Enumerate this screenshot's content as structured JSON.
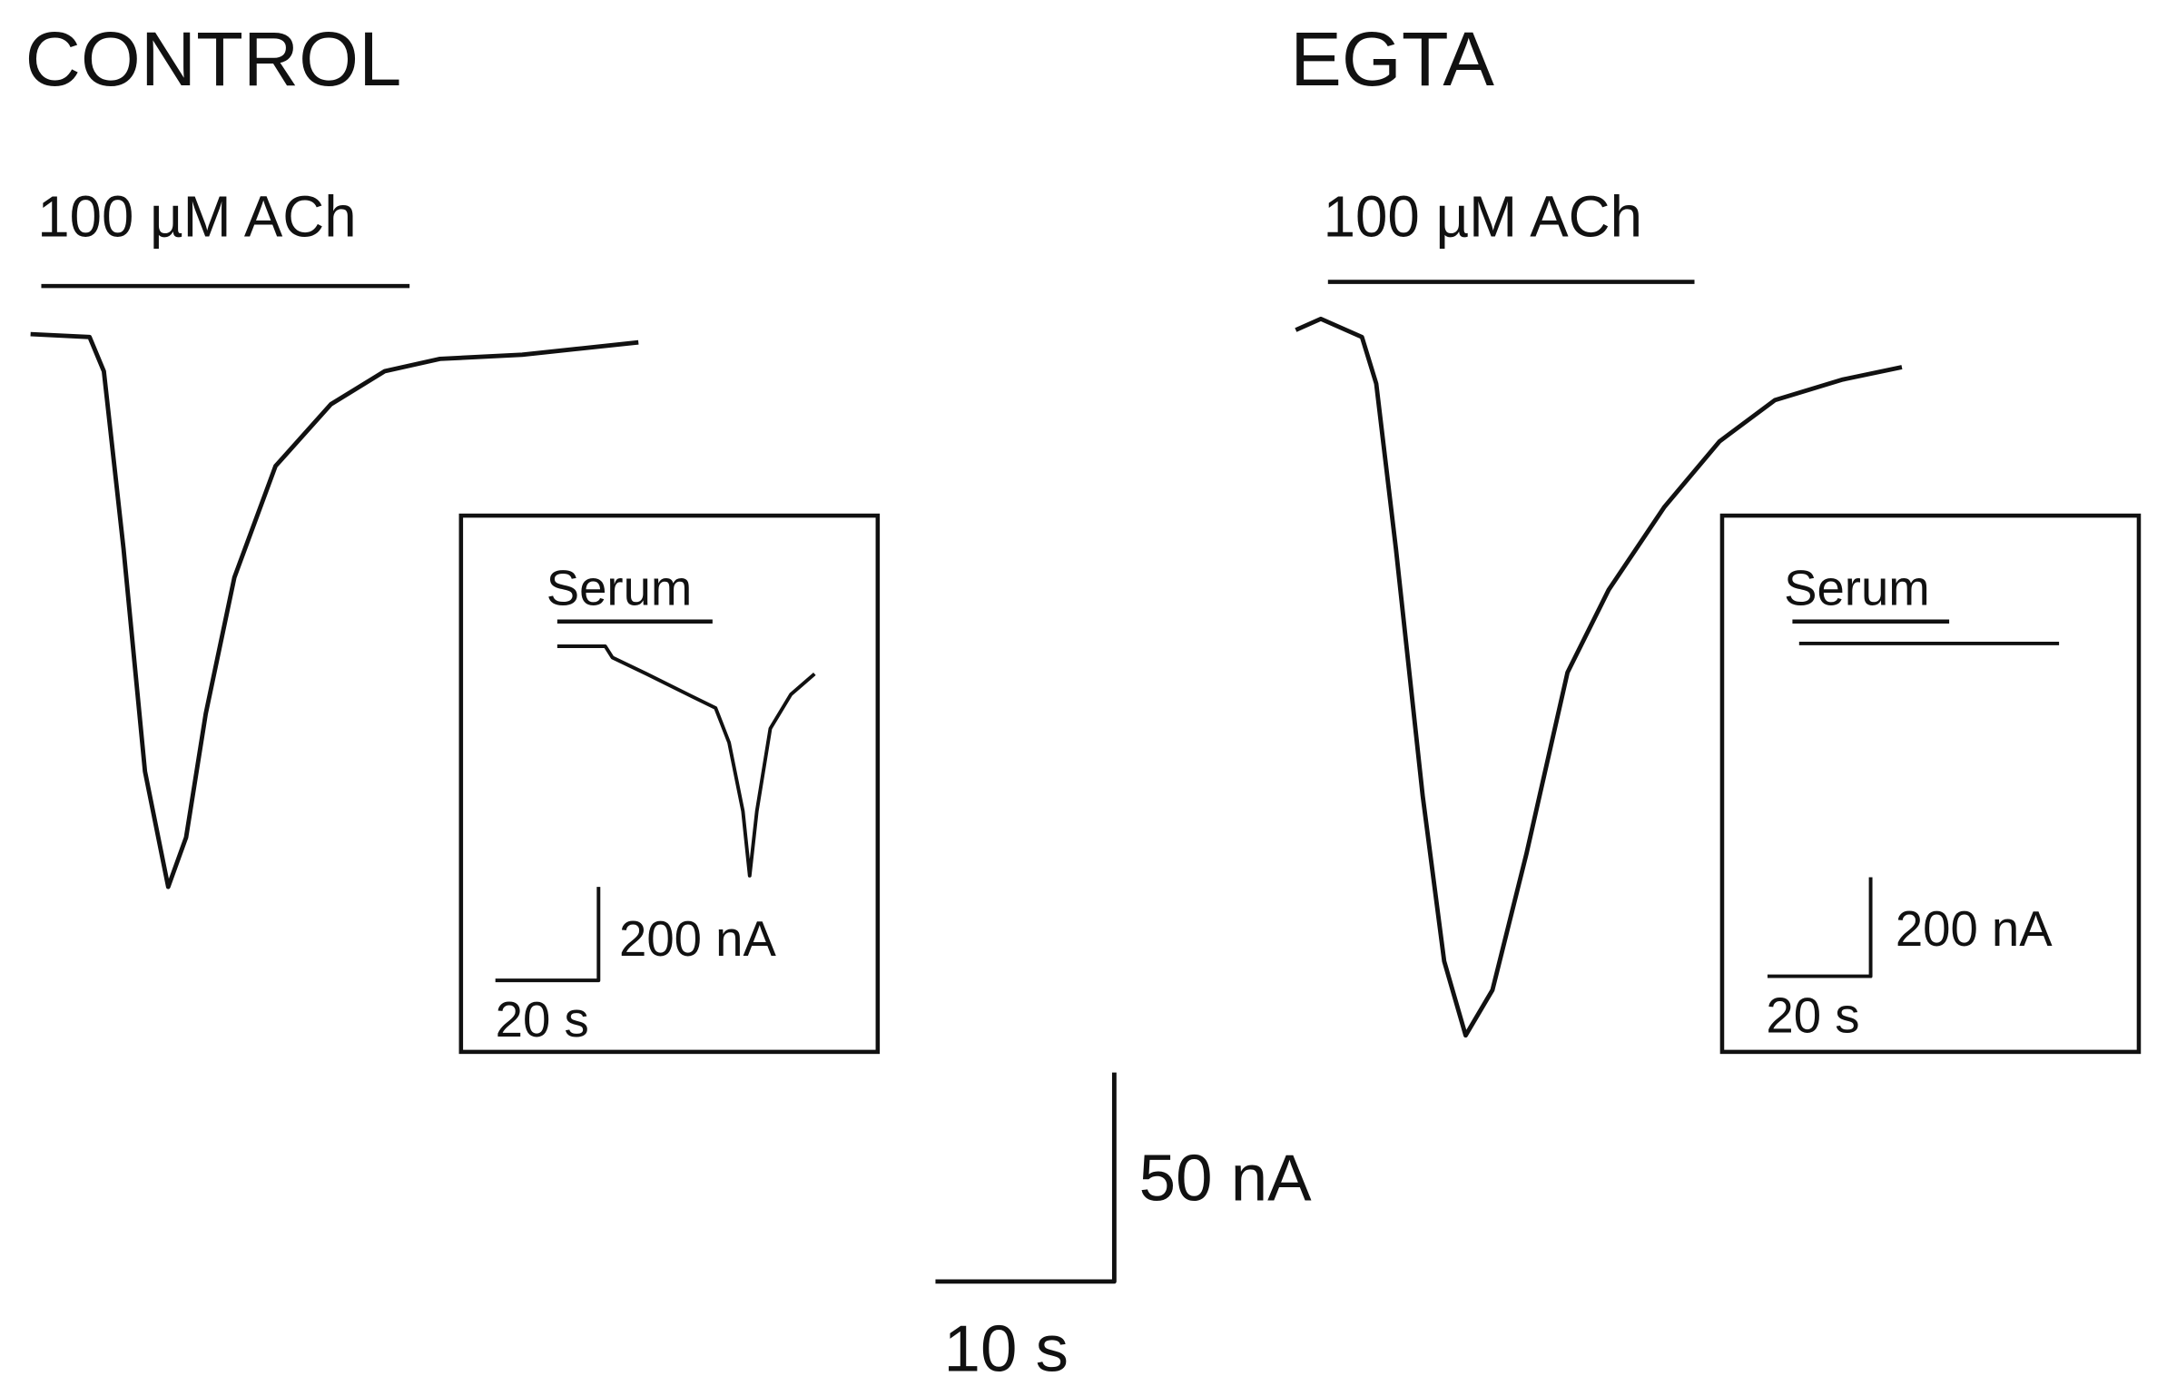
{
  "chart_data": {
    "type": "line",
    "title": "",
    "panels": [
      {
        "title": "CONTROL",
        "drug_label": "100 µM ACh",
        "drug_bar_s": [
          0.6,
          21.2
        ],
        "trace": {
          "t_s": [
            0,
            3.3,
            4.1,
            5.2,
            6.4,
            7.7,
            8.7,
            9.8,
            11.4,
            13.7,
            16.8,
            19.8,
            22.9,
            27.5,
            34
          ],
          "current_nA": [
            0,
            -0.7,
            -9,
            -52,
            -106,
            -134,
            -122,
            -92,
            -59,
            -32,
            -17,
            -9,
            -6,
            -5,
            -2
          ]
        },
        "inset": {
          "label": "Serum",
          "bar_s": [
            0,
            30.1
          ],
          "trace": {
            "t_s": [
              0,
              9.3,
              10.7,
              17.3,
              25.3,
              30.7,
              33.3,
              36,
              37.3,
              38.7,
              41.3,
              45.3,
              49.9
            ],
            "current_nA": [
              0,
              0,
              -24,
              -59,
              -103,
              -132,
              -206,
              -353,
              -491,
              -353,
              -176,
              -103,
              -59
            ]
          },
          "scale_current": "200 nA",
          "scale_time": "20 s"
        }
      },
      {
        "title": "EGTA",
        "drug_label": "100 µM ACh",
        "drug_bar_s": [
          1.8,
          22.3
        ],
        "trace": {
          "t_s": [
            0,
            1.4,
            3.7,
            4.5,
            5.6,
            7.1,
            8.3,
            9.5,
            11,
            12.9,
            15.2,
            17.5,
            20.6,
            23.7,
            26.8,
            30.6,
            33.9
          ],
          "current_nA": [
            0,
            2.7,
            -1.7,
            -13,
            -53,
            -113,
            -153,
            -171,
            -160,
            -127,
            -83,
            -63,
            -43,
            -27,
            -17,
            -12,
            -9
          ]
        },
        "inset": {
          "label": "Serum",
          "bar_s": [
            -1.3,
            29.1
          ],
          "trace": {
            "t_s": [
              0,
              50.4
            ],
            "current_nA": [
              0,
              0
            ]
          },
          "scale_current": "200 nA",
          "scale_time": "20 s"
        }
      }
    ],
    "scale_current": "50 nA",
    "scale_time": "10 s",
    "xlabel": "",
    "ylabel": ""
  }
}
